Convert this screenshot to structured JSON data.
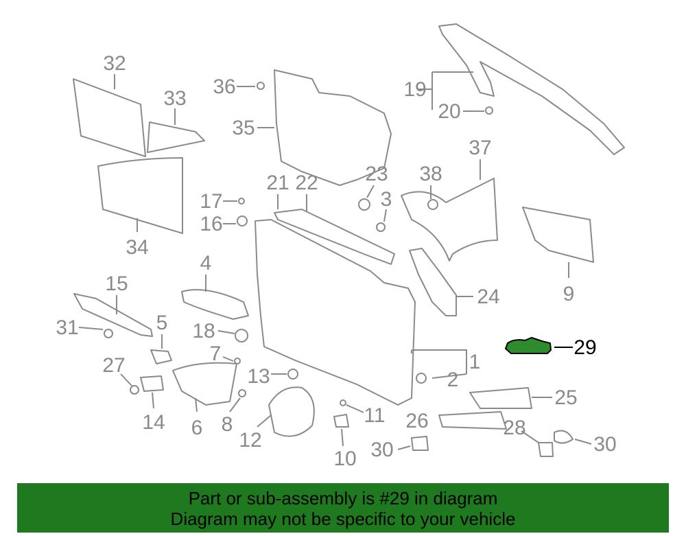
{
  "labels": [
    "32",
    "33",
    "36",
    "35",
    "19",
    "20",
    "37",
    "38",
    "23",
    "21",
    "22",
    "3",
    "17",
    "16",
    "34",
    "4",
    "9",
    "24",
    "15",
    "5",
    "31",
    "18",
    "29",
    "7",
    "1",
    "27",
    "13",
    "2",
    "25",
    "11",
    "26",
    "28",
    "14",
    "6",
    "8",
    "12",
    "30",
    "30",
    "10"
  ],
  "highlight": {
    "part_number": "29",
    "color": "#2e8b2e"
  },
  "banner": {
    "line1": "Part or sub-assembly is #29 in diagram",
    "line2": "Diagram may not be specific to your vehicle",
    "color": "#1f7a1f"
  }
}
